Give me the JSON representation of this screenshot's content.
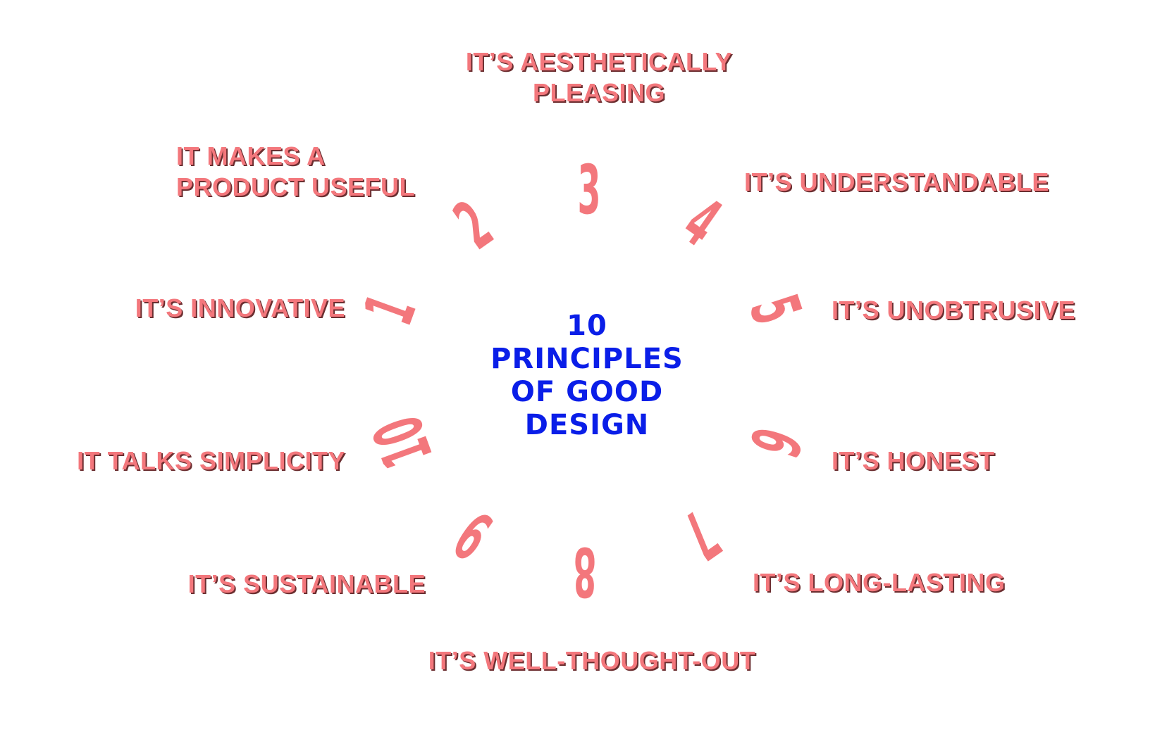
{
  "title_lines": [
    "10",
    "PRINCIPLES",
    "OF GOOD",
    "DESIGN"
  ],
  "colors": {
    "title": "#0a1ee8",
    "accent": "#f3777c",
    "shadow": "#6b2e30",
    "background": "#ffffff"
  },
  "principles": [
    {
      "number": "1",
      "lines": [
        "IT’S INNOVATIVE"
      ]
    },
    {
      "number": "2",
      "lines": [
        "IT MAKES A",
        "PRODUCT USEFUL"
      ]
    },
    {
      "number": "3",
      "lines": [
        "IT’S AESTHETICALLY",
        "PLEASING"
      ]
    },
    {
      "number": "4",
      "lines": [
        "IT’S UNDERSTANDABLE"
      ]
    },
    {
      "number": "5",
      "lines": [
        "IT’S UNOBTRUSIVE"
      ]
    },
    {
      "number": "6",
      "lines": [
        "IT’S HONEST"
      ]
    },
    {
      "number": "7",
      "lines": [
        "IT’S LONG-LASTING"
      ]
    },
    {
      "number": "8",
      "lines": [
        "IT’S WELL-THOUGHT-OUT"
      ]
    },
    {
      "number": "9",
      "lines": [
        "IT’S SUSTAINABLE"
      ]
    },
    {
      "number": "10",
      "lines": [
        "IT TALKS SIMPLICITY"
      ]
    }
  ]
}
